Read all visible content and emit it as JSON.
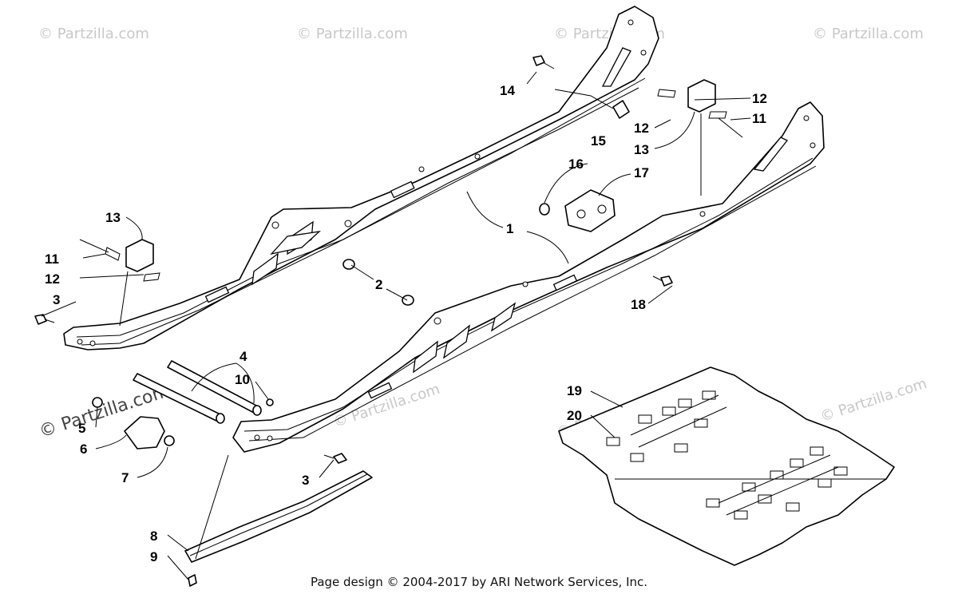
{
  "watermark": {
    "text": "© Partzilla.com",
    "main_text": "© Partzilla.com"
  },
  "callouts": {
    "c1": "1",
    "c2": "2",
    "c3a": "3",
    "c3b": "3",
    "c4": "4",
    "c5": "5",
    "c6": "6",
    "c7": "7",
    "c8": "8",
    "c9": "9",
    "c10": "10",
    "c11a": "11",
    "c11b": "11",
    "c12a": "12",
    "c12b": "12",
    "c12c": "12",
    "c13a": "13",
    "c13b": "13",
    "c14": "14",
    "c15": "15",
    "c16": "16",
    "c17": "17",
    "c18": "18",
    "c19": "19",
    "c20": "20"
  },
  "footer": {
    "text": "Page design © 2004-2017 by ARI Network Services, Inc."
  }
}
